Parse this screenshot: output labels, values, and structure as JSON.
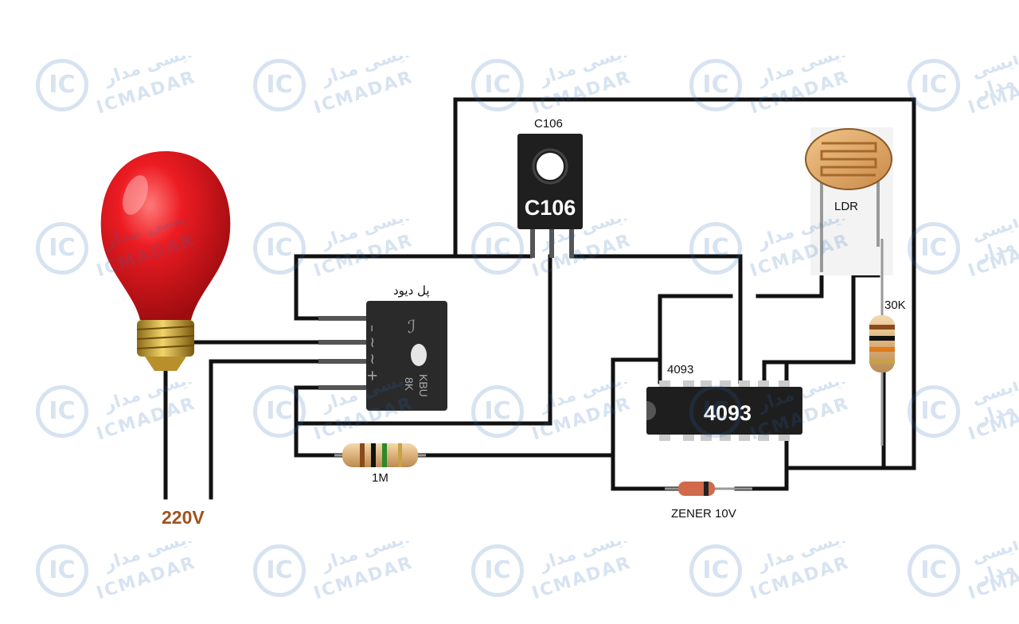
{
  "labels": {
    "scr_top": "C106",
    "scr_body": "C106",
    "bridge_caption": "پل دیود",
    "bridge_mark1": "KBU",
    "bridge_mark2": "8K",
    "bridge_pins": "– ~ ~ +",
    "ldr": "LDR",
    "r30k": "30K",
    "ic_top": "4093",
    "ic_body": "4093",
    "r1m": "1M",
    "zener": "ZENER 10V",
    "voltage": "220V"
  },
  "watermark": {
    "logo": "IC",
    "text_fa": "آیسی مدار",
    "text_en": "ICMADAR"
  },
  "colors": {
    "wire": "#111111",
    "bulb": "#e0161c",
    "voltage": "#a0521e",
    "watermark": "#2a6ab3"
  }
}
